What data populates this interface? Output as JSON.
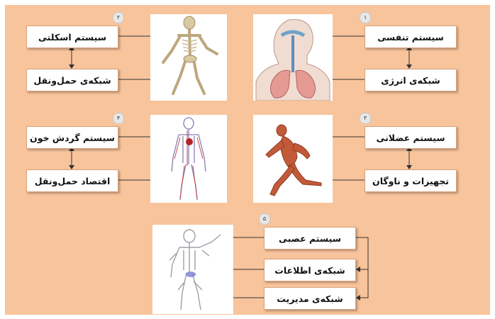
{
  "groups": [
    {
      "badge": "۱",
      "items": [
        "سیستم تنفسی",
        "شبکه‌ی انرژی"
      ],
      "image_icon": "respiratory-system-icon"
    },
    {
      "badge": "۲",
      "items": [
        "سیستم اسکلتی",
        "شبکه‌ی حمل‌ونقل"
      ],
      "image_icon": "skeleton-icon"
    },
    {
      "badge": "۳",
      "items": [
        "سیستم عضلانی",
        "تجهیزات و ناوگان"
      ],
      "image_icon": "muscular-runner-icon"
    },
    {
      "badge": "۴",
      "items": [
        "سیستم گردش خون",
        "اقتصاد حمل‌ونقل"
      ],
      "image_icon": "circulatory-system-icon"
    },
    {
      "badge": "۵",
      "items": [
        "سیستم عصبی",
        "شبکه‌ی اطلاعات",
        "شبکه‌ی مدیریت"
      ],
      "image_icon": "nervous-system-icon"
    }
  ],
  "colors": {
    "background": "#f8c49c",
    "box": "#ffffff",
    "line": "#333333"
  }
}
